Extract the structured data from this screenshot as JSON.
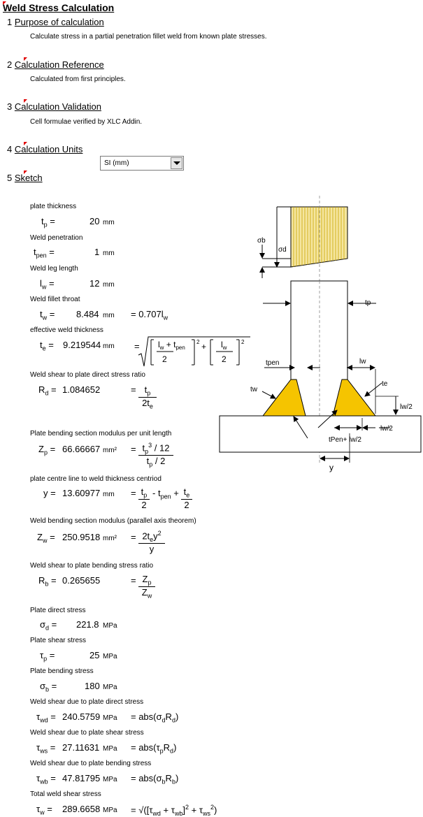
{
  "header": {
    "title": "Weld Stress Calculation"
  },
  "sections": [
    {
      "num": "1",
      "title": "Purpose of calculation",
      "desc": "Calculate stress in a partial penetration fillet weld from known plate stresses."
    },
    {
      "num": "2",
      "title": "Calculation Reference",
      "desc": "Calculated from first principles."
    },
    {
      "num": "3",
      "title": "Calculation Validation",
      "desc": "Cell formulae verified by XLC Addin."
    },
    {
      "num": "4",
      "title": "Calculation Units",
      "desc": ""
    },
    {
      "num": "5",
      "title": "Sketch",
      "desc": ""
    }
  ],
  "units_select": {
    "value": "SI (mm)"
  },
  "rows": {
    "tp": {
      "label": "plate thickness",
      "value": "20",
      "unit": "mm"
    },
    "tpen": {
      "label": "Weld penetration",
      "value": "1",
      "unit": "mm"
    },
    "lw": {
      "label": "Weld leg length",
      "value": "12",
      "unit": "mm"
    },
    "tw": {
      "label": "Weld fillet throat",
      "value": "8.484",
      "unit": "mm",
      "formula": "= 0.707l"
    },
    "te": {
      "label": "effective weld thickness",
      "value": "9.219544",
      "unit": "mm"
    },
    "rd": {
      "label": "Weld shear to plate direct stress ratio",
      "value": "1.084652"
    },
    "zp": {
      "label": "Plate bending section modulus per unit length",
      "value": "66.66667",
      "unit": "mm²"
    },
    "y": {
      "label": "plate centre line to weld thickness centriod",
      "value": "13.60977",
      "unit": "mm"
    },
    "zw": {
      "label": "Weld bending section modulus (parallel axis theorem)",
      "value": "250.9518",
      "unit": "mm²"
    },
    "rb": {
      "label": "Weld shear to plate bending stress ratio",
      "value": "0.265655"
    },
    "sigd": {
      "label": "Plate direct stress",
      "value": "221.8",
      "unit": "MPa"
    },
    "taup": {
      "label": "Plate shear stress",
      "value": "25",
      "unit": "MPa"
    },
    "sigb": {
      "label": "Plate bending stress",
      "value": "180",
      "unit": "MPa"
    },
    "twd": {
      "label": "Weld shear due to plate direct stress",
      "value": "240.5759",
      "unit": "MPa"
    },
    "tws": {
      "label": "Weld shear due to plate shear stress",
      "value": "27.11631",
      "unit": "MPa"
    },
    "twb": {
      "label": "Weld shear due to plate bending stress",
      "value": "47.81795",
      "unit": "MPa"
    },
    "tw_total": {
      "label": "Total weld shear stress",
      "value": "289.6658",
      "unit": "MPa"
    }
  },
  "sketch": {
    "label_sigma_b": "σb",
    "label_sigma_d": "σd",
    "label_tp": "tp",
    "label_tpen": "tpen",
    "label_lw": "lw",
    "label_tw": "tw",
    "label_te": "te",
    "label_lw2_right": "lw/2",
    "label_lw2_bottom": "lw/2",
    "label_tpen_lw2": "tPen+ lw/2",
    "label_y": "y",
    "weld_color": "#f5c400",
    "stress_fill_color": "#f5e6a0"
  }
}
